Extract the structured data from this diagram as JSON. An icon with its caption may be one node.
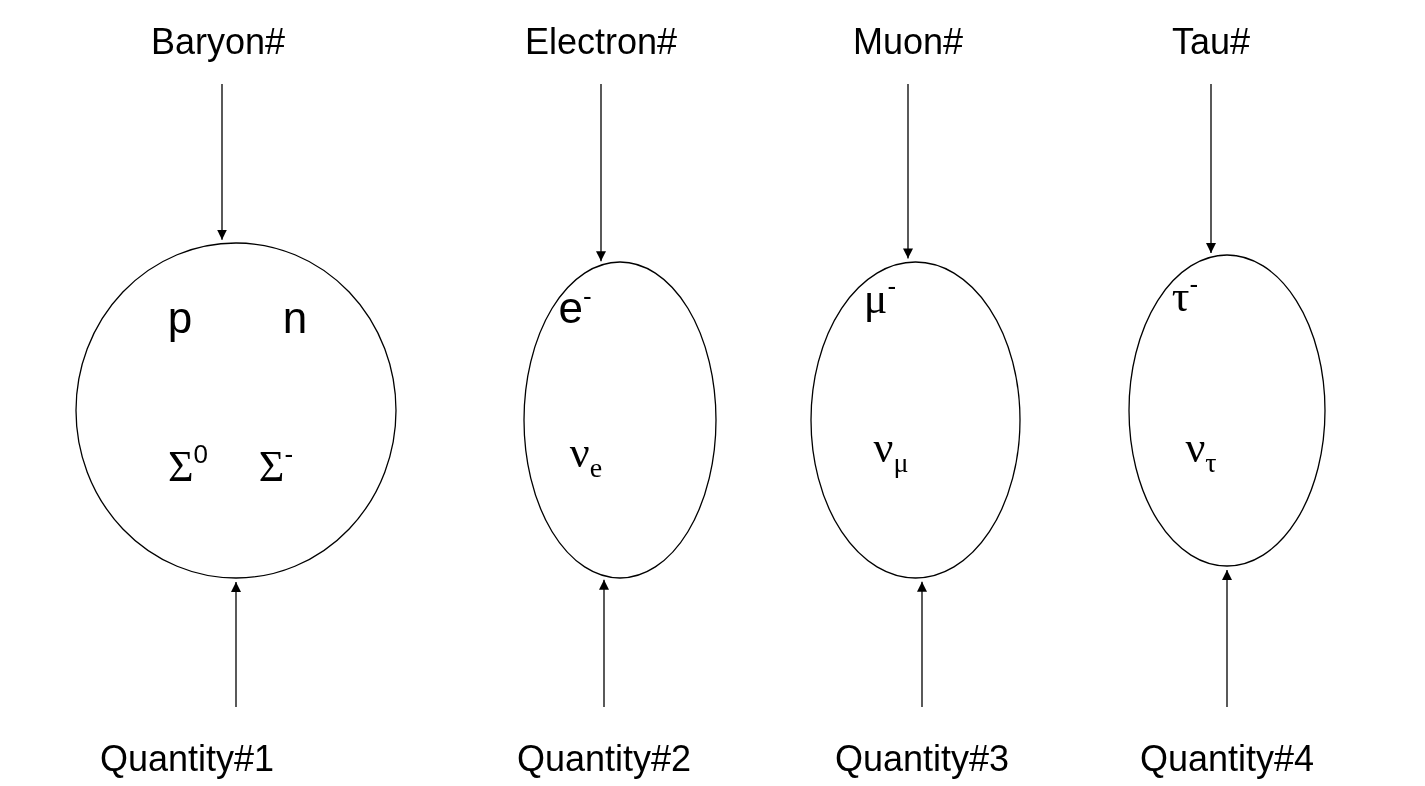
{
  "diagram": {
    "nodes": [
      {
        "text": [
          "Baryon#"
        ]
      },
      {
        "text": [
          "Electron#"
        ]
      },
      {
        "text": [
          "Muon#"
        ]
      },
      {
        "text": [
          "Tau#"
        ]
      },
      {
        "text": [
          "p",
          "n",
          "Σ$^{0}$",
          "Σ$^{-}$"
        ]
      },
      {
        "text": [
          "e$^{-}$",
          "ν$_{e}$"
        ]
      },
      {
        "text": [
          "μ$^{-}$",
          "ν$_{μ}$"
        ]
      },
      {
        "text": [
          "τ$^{-}$",
          "ν$_{τ}$"
        ]
      },
      {
        "text": [
          "Quantity#1"
        ]
      },
      {
        "text": [
          "Quantity#2"
        ]
      },
      {
        "text": [
          "Quantity#3"
        ]
      },
      {
        "text": [
          "Quantity#4"
        ]
      }
    ],
    "edges": [
      {
        "from": 0,
        "to": 4,
        "arrow": "to"
      },
      {
        "from": 1,
        "to": 5,
        "arrow": "to"
      },
      {
        "from": 2,
        "to": 6,
        "arrow": "to"
      },
      {
        "from": 3,
        "to": 7,
        "arrow": "to"
      },
      {
        "from": 8,
        "to": 4,
        "arrow": "to"
      },
      {
        "from": 9,
        "to": 5,
        "arrow": "to"
      },
      {
        "from": 10,
        "to": 6,
        "arrow": "to"
      },
      {
        "from": 11,
        "to": 7,
        "arrow": "to"
      }
    ]
  }
}
